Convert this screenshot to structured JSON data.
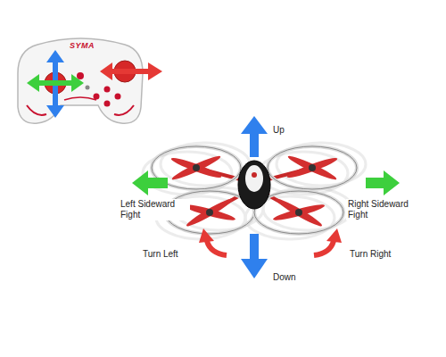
{
  "diagram": {
    "labels": [
      "SYMA",
      "Up",
      "Left Sideward Fight",
      "Right Sideward Fight",
      "Turn Left",
      "Down",
      "Turn Right"
    ]
  }
}
